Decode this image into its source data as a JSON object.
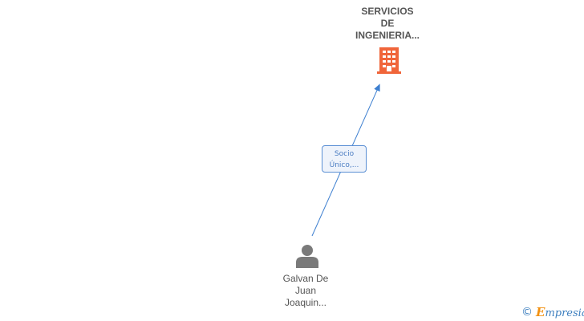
{
  "company": {
    "name_lines": [
      "SERVICIOS",
      "DE",
      "INGENIERIA..."
    ],
    "icon": "building-icon",
    "color": "#f0653a"
  },
  "person": {
    "name_lines": [
      "Galvan De",
      "Juan",
      "Joaquin..."
    ],
    "icon": "person-icon",
    "color": "#7a7a7a"
  },
  "relation": {
    "label_lines": [
      "Socio",
      "Único,..."
    ],
    "line_color": "#3d7fd0"
  },
  "footer": {
    "copyright_symbol": "©",
    "brand_first": "E",
    "brand_rest": "mpresia"
  }
}
